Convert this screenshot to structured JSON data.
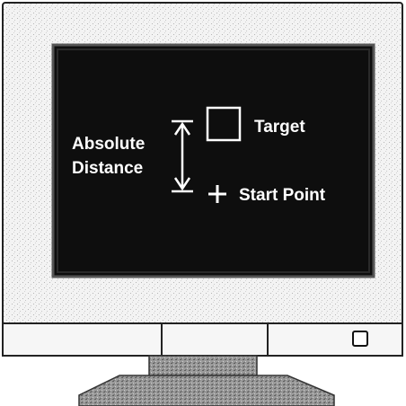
{
  "diagram": {
    "target_label": "Target",
    "start_label": "Start Point",
    "distance_label_line1": "Absolute",
    "distance_label_line2": "Distance"
  },
  "colors": {
    "screen": "#0e0e0e",
    "bezel": "#f2f2f2",
    "outline": "#111111",
    "text": "#ffffff",
    "stand": "#8c8c8c"
  },
  "icons": [
    "crosshair-icon",
    "target-square-icon",
    "double-arrow-icon",
    "power-button-icon"
  ]
}
